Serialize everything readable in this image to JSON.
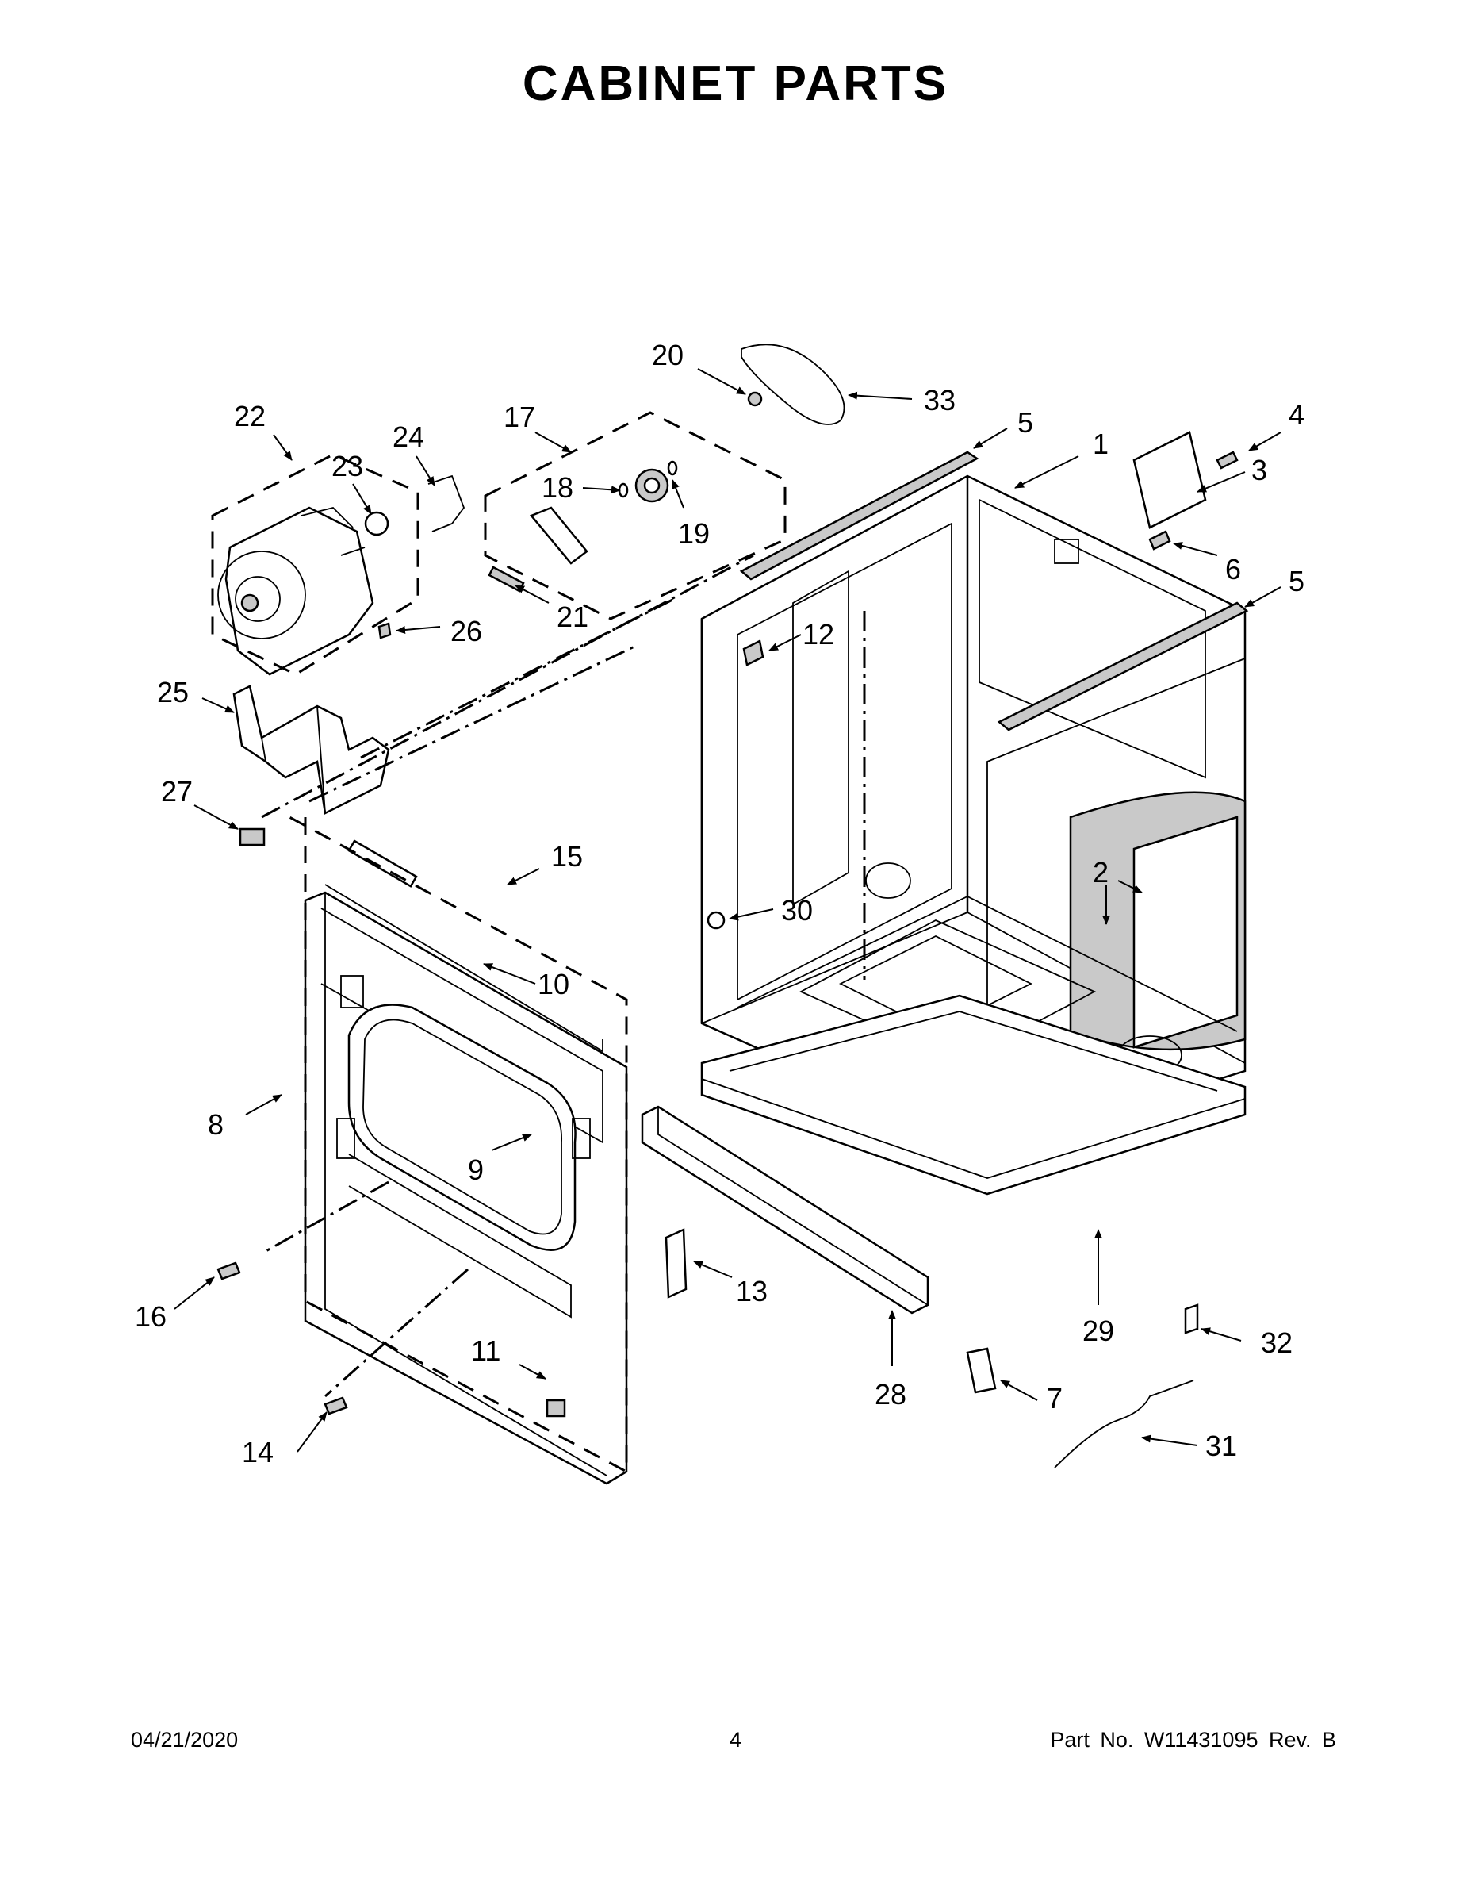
{
  "title": "CABINET PARTS",
  "callouts": {
    "c1": "1",
    "c2": "2",
    "c3": "3",
    "c4": "4",
    "c5a": "5",
    "c5b": "5",
    "c6": "6",
    "c7": "7",
    "c8": "8",
    "c9": "9",
    "c10": "10",
    "c11": "11",
    "c12": "12",
    "c13": "13",
    "c14": "14",
    "c15": "15",
    "c16": "16",
    "c17": "17",
    "c18": "18",
    "c19": "19",
    "c20": "20",
    "c21": "21",
    "c22": "22",
    "c23": "23",
    "c24": "24",
    "c25": "25",
    "c26": "26",
    "c27": "27",
    "c28": "28",
    "c29": "29",
    "c30": "30",
    "c31": "31",
    "c32": "32",
    "c33": "33"
  },
  "footer": {
    "date": "04/21/2020",
    "page": "4",
    "part_no": "Part No.  W11431095  Rev.  B"
  }
}
